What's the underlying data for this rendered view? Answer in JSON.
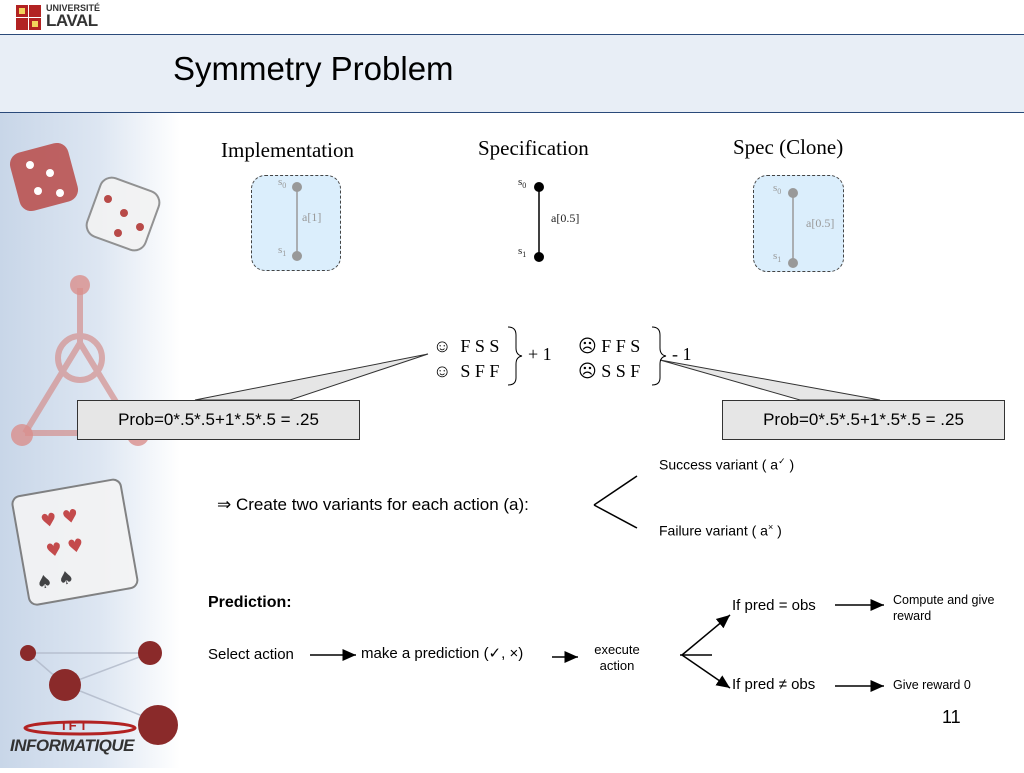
{
  "header": {
    "university": "UNIVERSITÉ",
    "university_name": "LAVAL",
    "title": "Symmetry Problem"
  },
  "models": {
    "implementation": {
      "title": "Implementation",
      "s0": "s",
      "s0_sub": "0",
      "s1": "s",
      "s1_sub": "1",
      "action": "a[1]"
    },
    "specification": {
      "title": "Specification",
      "s0": "s",
      "s0_sub": "0",
      "s1": "s",
      "s1_sub": "1",
      "action": "a[0.5]"
    },
    "clone": {
      "title": "Spec (Clone)",
      "s0": "s",
      "s0_sub": "0",
      "s1": "s",
      "s1_sub": "1",
      "action": "a[0.5]"
    }
  },
  "sequences": {
    "happy_icon": "☺",
    "sad_icon": "☹",
    "positive": [
      "F S S",
      "S F F"
    ],
    "positive_reward": "+ 1",
    "negative": [
      "F F S",
      "S S F"
    ],
    "negative_reward": "- 1"
  },
  "prob_left": "Prob=0*.5*.5+1*.5*.5 = .25",
  "prob_right": "Prob=0*.5*.5+1*.5*.5 = .25",
  "variants": {
    "implies": "⇒",
    "statement": "Create two variants for each action (a):",
    "success": "Success variant ( a",
    "success_mark": "✓",
    "failure": "Failure variant ( a",
    "failure_mark": "×",
    "close": " )"
  },
  "prediction": {
    "heading": "Prediction:",
    "select": "Select action",
    "make": "make a prediction (✓, ×)",
    "execute_1": "execute",
    "execute_2": "action",
    "if_equal": "If pred = obs",
    "if_not_equal": "If pred ≠ obs",
    "compute_1": "Compute and give",
    "compute_2": "reward",
    "give_zero": "Give reward 0"
  },
  "footer": {
    "page_number": "11",
    "ift_top": "IFT",
    "ift_bottom": "INFORMATIQUE"
  }
}
